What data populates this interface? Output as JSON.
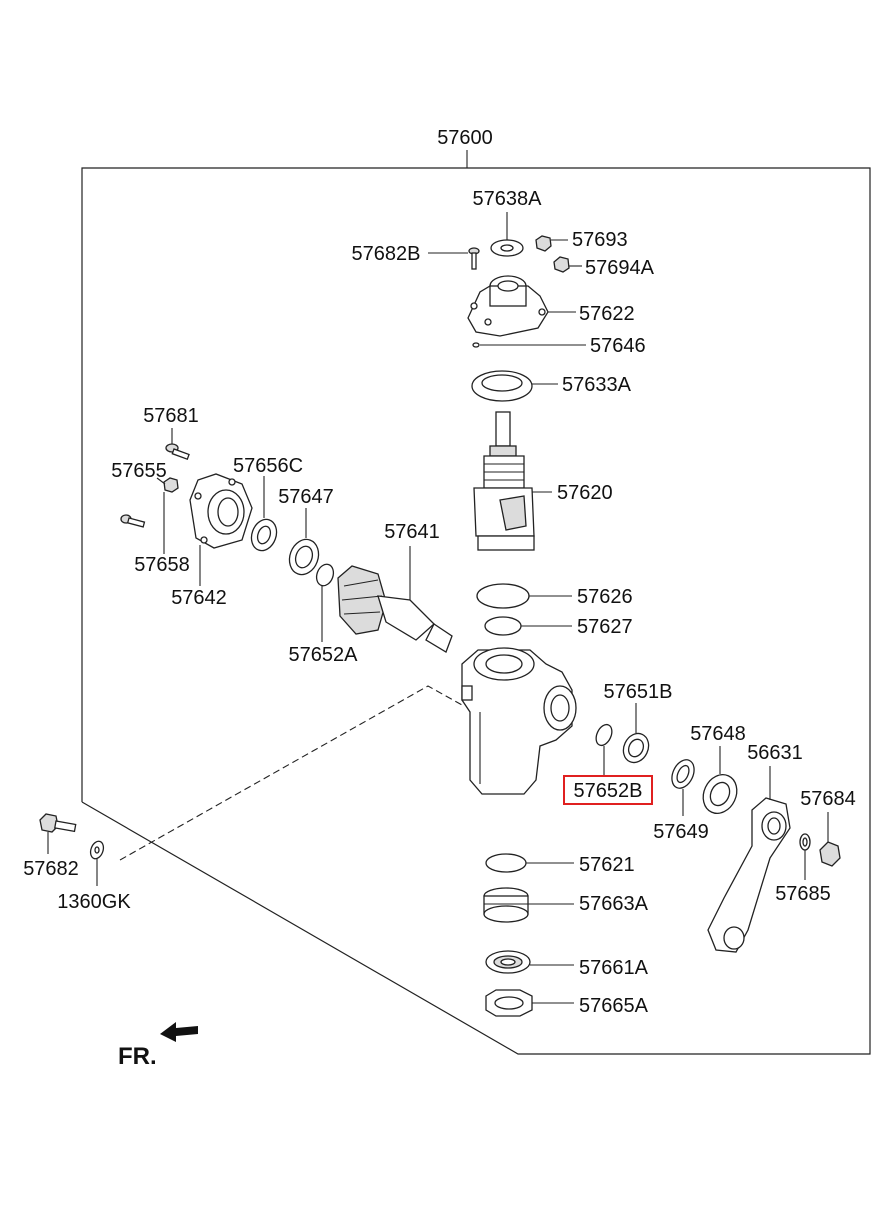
{
  "diagram": {
    "assembly_label": "57600",
    "direction_label": "FR.",
    "highlighted_part": "57652B",
    "highlight_color": "#e02020",
    "parts": [
      {
        "id": "57638A"
      },
      {
        "id": "57682B"
      },
      {
        "id": "57693"
      },
      {
        "id": "57694A"
      },
      {
        "id": "57622"
      },
      {
        "id": "57646"
      },
      {
        "id": "57633A"
      },
      {
        "id": "57620"
      },
      {
        "id": "57681"
      },
      {
        "id": "57655"
      },
      {
        "id": "57656C"
      },
      {
        "id": "57647"
      },
      {
        "id": "57641"
      },
      {
        "id": "57658"
      },
      {
        "id": "57642"
      },
      {
        "id": "57652A"
      },
      {
        "id": "57626"
      },
      {
        "id": "57627"
      },
      {
        "id": "57651B"
      },
      {
        "id": "57648"
      },
      {
        "id": "56631"
      },
      {
        "id": "57652B"
      },
      {
        "id": "57684"
      },
      {
        "id": "57649"
      },
      {
        "id": "57685"
      },
      {
        "id": "57682"
      },
      {
        "id": "1360GK"
      },
      {
        "id": "57621"
      },
      {
        "id": "57663A"
      },
      {
        "id": "57661A"
      },
      {
        "id": "57665A"
      }
    ]
  }
}
